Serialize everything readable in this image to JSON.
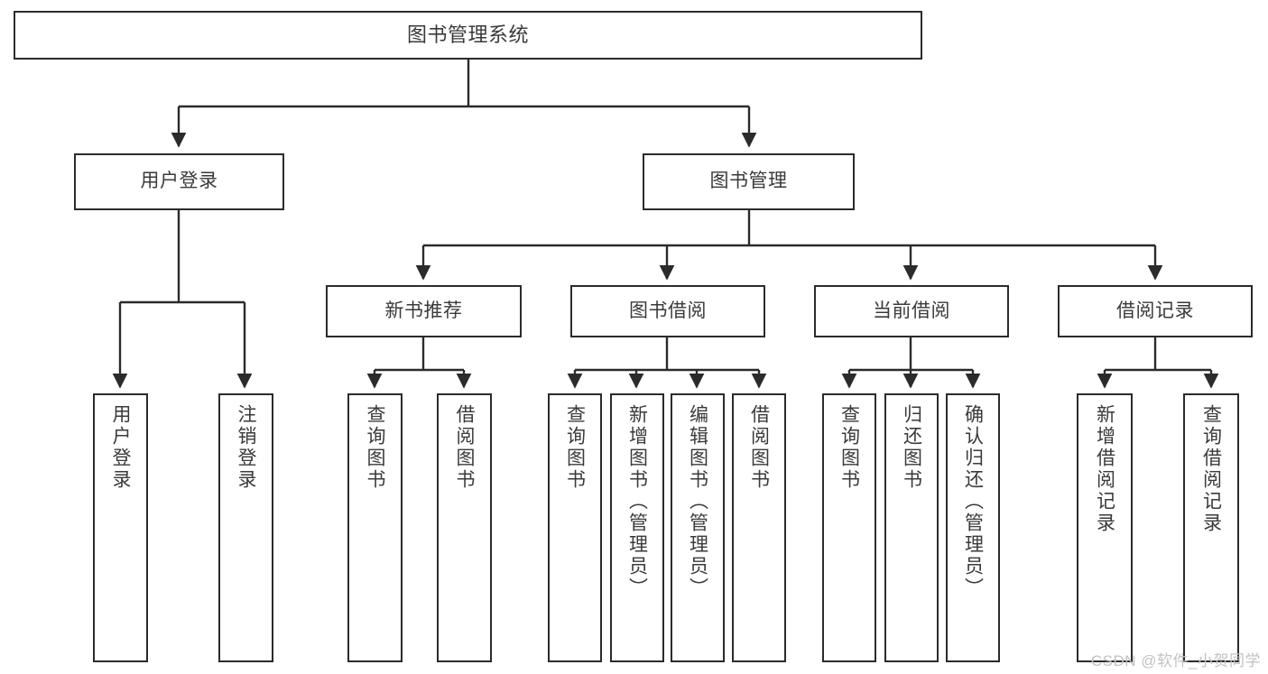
{
  "diagram": {
    "title": "图书管理系统",
    "type": "function-structure-tree",
    "root": {
      "id": "root",
      "label": "图书管理系统"
    },
    "level2": [
      {
        "id": "user-login",
        "label": "用户登录"
      },
      {
        "id": "book-manage",
        "label": "图书管理"
      }
    ],
    "level3": [
      {
        "id": "new-book-recommend",
        "label": "新书推荐",
        "parent": "book-manage"
      },
      {
        "id": "book-borrow",
        "label": "图书借阅",
        "parent": "book-manage"
      },
      {
        "id": "current-borrow",
        "label": "当前借阅",
        "parent": "book-manage"
      },
      {
        "id": "borrow-record",
        "label": "借阅记录",
        "parent": "book-manage"
      }
    ],
    "leaves": [
      {
        "id": "leaf-user-login",
        "label": "用户登录",
        "parent": "user-login"
      },
      {
        "id": "leaf-user-logout",
        "label": "注销登录",
        "parent": "user-login"
      },
      {
        "id": "leaf-query-book-1",
        "label": "查询图书",
        "parent": "new-book-recommend"
      },
      {
        "id": "leaf-borrow-book-1",
        "label": "借阅图书",
        "parent": "new-book-recommend"
      },
      {
        "id": "leaf-query-book-2",
        "label": "查询图书",
        "parent": "book-borrow"
      },
      {
        "id": "leaf-add-book",
        "label": "新增图书（管理员）",
        "parent": "book-borrow"
      },
      {
        "id": "leaf-edit-book",
        "label": "编辑图书（管理员）",
        "parent": "book-borrow"
      },
      {
        "id": "leaf-borrow-book-2",
        "label": "借阅图书",
        "parent": "book-borrow"
      },
      {
        "id": "leaf-query-book-3",
        "label": "查询图书",
        "parent": "current-borrow"
      },
      {
        "id": "leaf-return-book",
        "label": "归还图书",
        "parent": "current-borrow"
      },
      {
        "id": "leaf-confirm-return",
        "label": "确认归还（管理员）",
        "parent": "current-borrow"
      },
      {
        "id": "leaf-add-record",
        "label": "新增借阅记录",
        "parent": "borrow-record"
      },
      {
        "id": "leaf-query-record",
        "label": "查询借阅记录",
        "parent": "borrow-record"
      }
    ],
    "watermark": "CSDN @软件_小贺同学",
    "colors": {
      "border": "#2b2b2b",
      "text": "#3a3a3a",
      "background": "#ffffff",
      "connector": "#2b2b2b",
      "watermark": "#c2c2c2"
    }
  }
}
